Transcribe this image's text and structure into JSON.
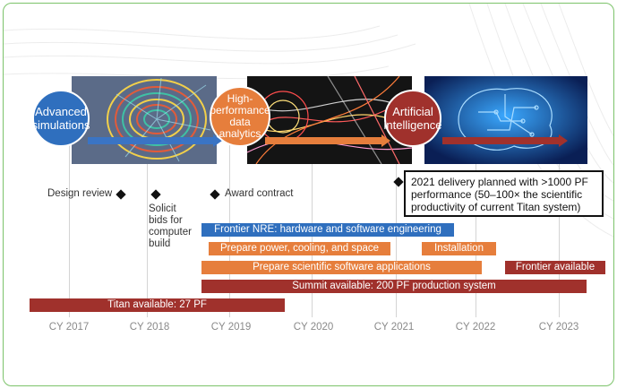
{
  "phases": [
    {
      "label": "Advanced\nsimulations",
      "color": "#2f6fbe"
    },
    {
      "label": "High-\nperformance\ndata\nanalytics",
      "color": "#e67e3c"
    },
    {
      "label": "Artificial\nintelligence",
      "color": "#a0312c"
    }
  ],
  "milestones": [
    {
      "label": "Design review"
    },
    {
      "label": "Solicit\nbids for\ncomputer\nbuild"
    },
    {
      "label": "Award contract"
    }
  ],
  "callout": "2021 delivery planned with >1000 PF performance (50–100× the scientific productivity of current Titan system)",
  "bars": [
    {
      "label": "Frontier NRE: hardware and software engineering",
      "color": "#2f6fbe"
    },
    {
      "label": "Prepare power, cooling, and space",
      "color": "#e67e3c"
    },
    {
      "label": "Installation",
      "color": "#e67e3c"
    },
    {
      "label": "Prepare scientific software applications",
      "color": "#e67e3c"
    },
    {
      "label": "Frontier available",
      "color": "#a0312c"
    },
    {
      "label": "Summit available: 200 PF production system",
      "color": "#a0312c"
    },
    {
      "label": "Titan available: 27 PF",
      "color": "#a0312c"
    }
  ],
  "timeline": [
    "CY 2017",
    "CY 2018",
    "CY 2019",
    "CY 2020",
    "CY 2021",
    "CY 2022",
    "CY 2023"
  ]
}
